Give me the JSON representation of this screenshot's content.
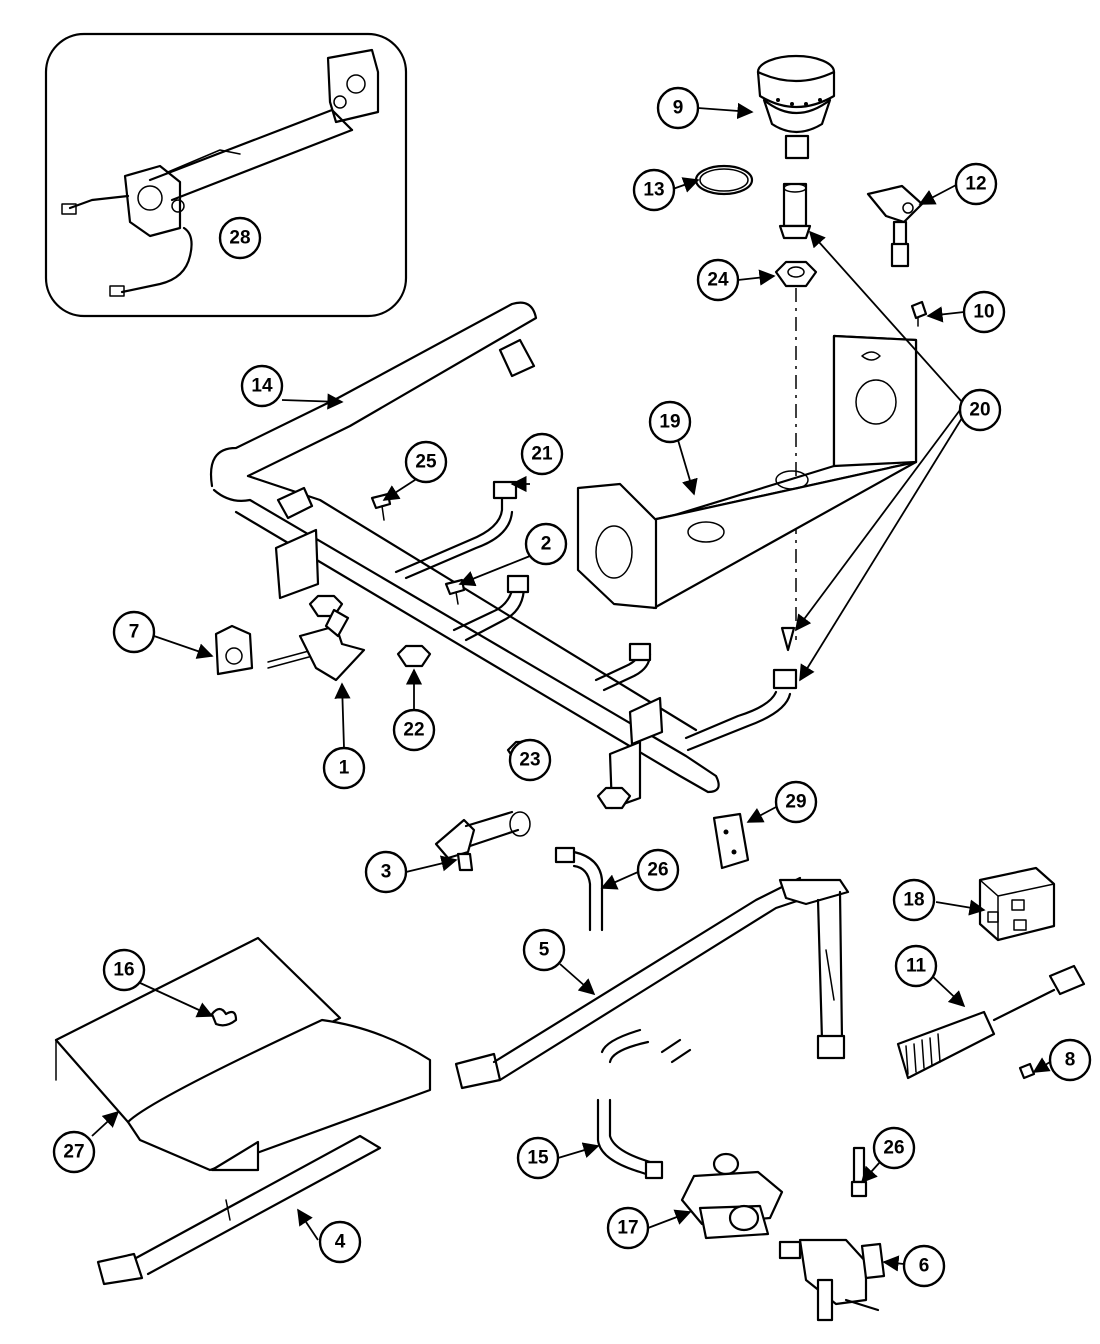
{
  "callouts": {
    "c1": "1",
    "c2": "2",
    "c3": "3",
    "c4": "4",
    "c5": "5",
    "c6": "6",
    "c7": "7",
    "c8": "8",
    "c9": "9",
    "c10": "10",
    "c11": "11",
    "c12": "12",
    "c13": "13",
    "c14": "14",
    "c15": "15",
    "c16": "16",
    "c17": "17",
    "c18": "18",
    "c19": "19",
    "c20": "20",
    "c21": "21",
    "c22": "22",
    "c23": "23",
    "c24": "24",
    "c25": "25",
    "c26a": "26",
    "c26b": "26",
    "c27": "27",
    "c28": "28",
    "c29": "29"
  }
}
